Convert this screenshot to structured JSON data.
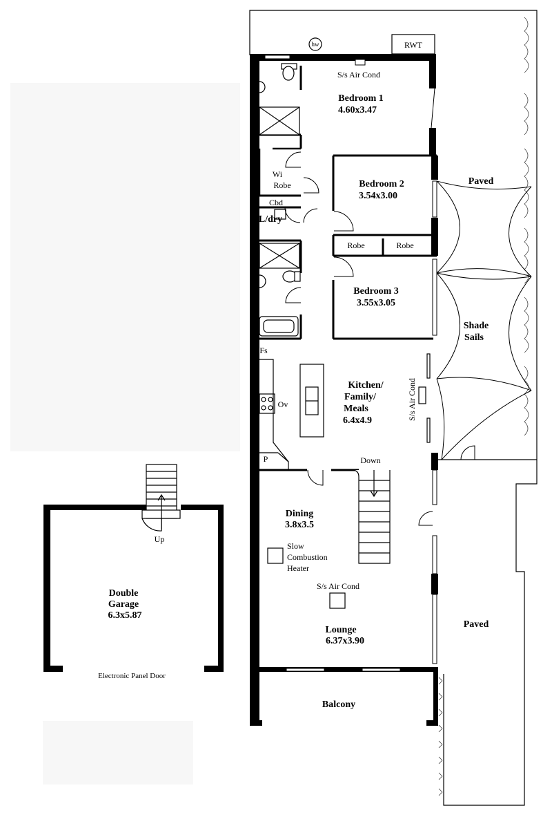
{
  "labels": {
    "rwt": "RWT",
    "hw": "hw",
    "bed1_aircond": "S/s Air Cond",
    "bedroom1_name": "Bedroom 1",
    "bedroom1_dims": "4.60x3.47",
    "bedroom2_name": "Bedroom 2",
    "bedroom2_dims": "3.54x3.00",
    "bedroom3_name": "Bedroom 3",
    "bedroom3_dims": "3.55x3.05",
    "wi": "Wi",
    "robe_wi": "Robe",
    "cbd": "Cbd",
    "ldry": "L/dry",
    "robe_b2": "Robe",
    "robe_b3": "Robe",
    "paved_top": "Paved",
    "shade1": "Shade",
    "shade2": "Sails",
    "fs": "Fs",
    "ov": "Ov",
    "kitchen1": "Kitchen/",
    "kitchen2": "Family/",
    "kitchen3": "Meals",
    "kitchen_dims": "6.4x4.9",
    "side_aircond": "S/s Air Cond",
    "pantry": "P",
    "down": "Down",
    "dining_name": "Dining",
    "dining_dims": "3.8x3.5",
    "heater1": "Slow",
    "heater2": "Combustion",
    "heater3": "Heater",
    "lounge_aircond": "S/s Air Cond",
    "lounge_name": "Lounge",
    "lounge_dims": "6.37x3.90",
    "balcony": "Balcony",
    "paved_bottom": "Paved",
    "up": "Up",
    "garage1": "Double",
    "garage2": "Garage",
    "garage_dims": "6.3x5.87",
    "garage_door": "Electronic Panel Door"
  }
}
